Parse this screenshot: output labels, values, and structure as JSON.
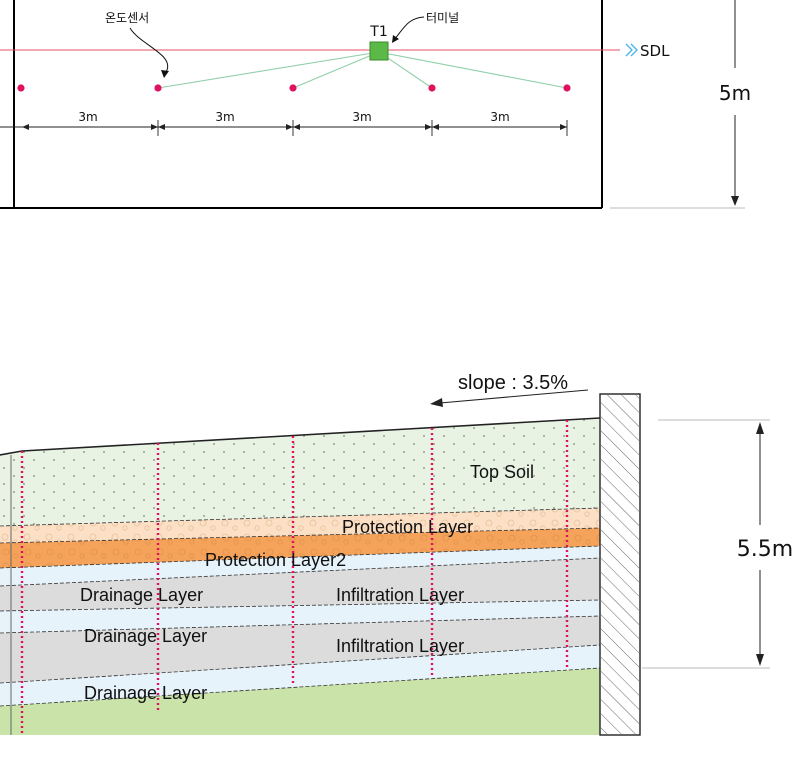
{
  "plan": {
    "sensor_label": "온도센서",
    "terminal_id": "T1",
    "terminal_label": "터미널",
    "output_label": "SDL",
    "spacings": [
      "3m",
      "3m",
      "3m",
      "3m"
    ],
    "height": "5m"
  },
  "section": {
    "slope": "slope : 3.5%",
    "height": "5.5m",
    "layers": {
      "top_soil": "Top Soil",
      "protection": "Protection Layer",
      "protection2": "Protection Layer2",
      "drainage_1": "Drainage Layer",
      "infiltration_1": "Infiltration Layer",
      "drainage_2": "Drainage Layer",
      "infiltration_2": "Infiltration Layer",
      "drainage_3": "Drainage Layer"
    }
  },
  "colors": {
    "sensor": "#e0115f",
    "terminal": "#5ab947",
    "wire": "#8fcfa8",
    "hline": "#e55060",
    "topsoil": "#e8f3e4",
    "protection": "#fbe0c6",
    "protection2": "#f5a35a",
    "drainage": "#e6f3fb",
    "infiltration": "#dcdcdc",
    "ground": "#c9e3a8"
  }
}
